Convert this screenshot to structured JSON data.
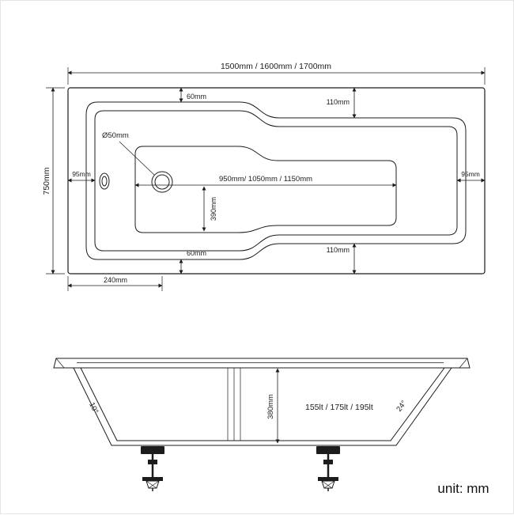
{
  "drawing": {
    "unit_label": "unit: mm",
    "top_view": {
      "overall_length": "1500mm / 1600mm / 1700mm",
      "overall_width": "750mm",
      "rim_top_left": "60mm",
      "rim_top_right": "110mm",
      "rim_bottom_left": "60mm",
      "rim_bottom_right": "110mm",
      "rim_left": "95mm",
      "rim_right": "95mm",
      "drain_diameter": "Ø50mm",
      "floor_length": "950mm/ 1050mm / 1150mm",
      "floor_width": "390mm",
      "drain_offset": "240mm"
    },
    "side_view": {
      "front_angle": "10°",
      "depth": "380mm",
      "capacity": "155lt / 175lt / 195lt",
      "back_angle": "24°"
    }
  },
  "colors": {
    "line": "#1c1c1c",
    "background": "#ffffff",
    "frame_border": "#e4e4e4"
  }
}
